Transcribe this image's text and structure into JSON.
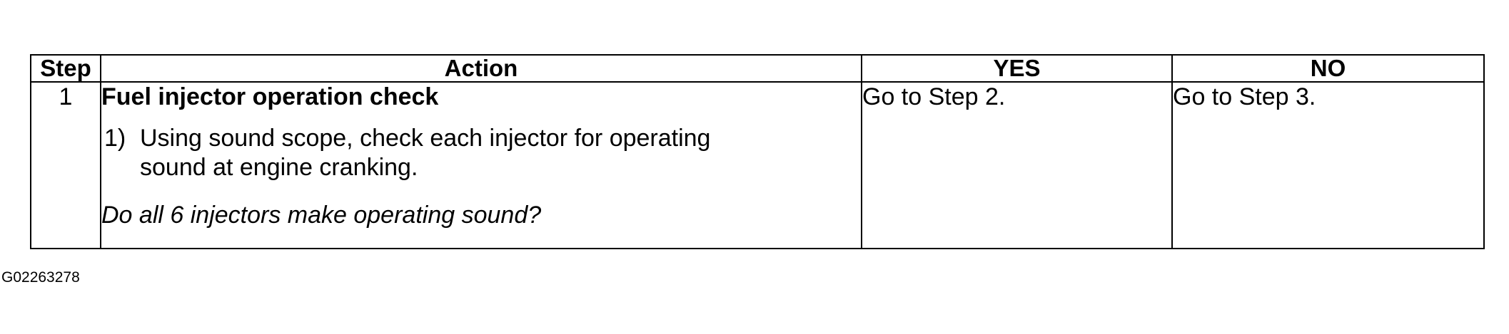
{
  "table": {
    "headers": {
      "step": "Step",
      "action": "Action",
      "yes": "YES",
      "no": "NO"
    },
    "rows": [
      {
        "step": "1",
        "action_title": "Fuel injector operation check",
        "substep_num": "1)",
        "substep_text": "Using sound scope, check each injector for operating sound at engine cranking.",
        "question": "Do all 6 injectors make operating sound?",
        "yes": "Go to Step 2.",
        "no": "Go to Step 3."
      }
    ]
  },
  "figure_id": "G02263278"
}
